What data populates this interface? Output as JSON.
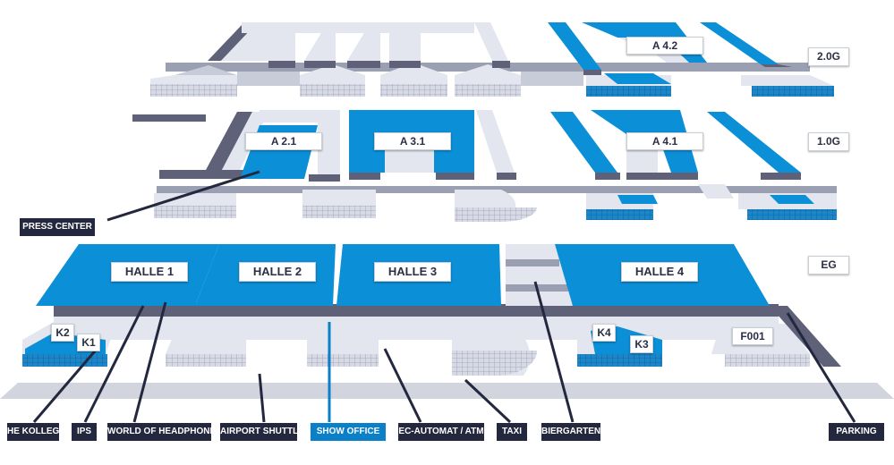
{
  "levels": {
    "upper": "2.0G",
    "middle": "1.0G",
    "ground": "EG"
  },
  "halls": {
    "a42": "A 4.2",
    "a21": "A 2.1",
    "a31": "A 3.1",
    "a41": "A 4.1",
    "halle1": "HALLE 1",
    "halle2": "HALLE 2",
    "halle3": "HALLE 3",
    "halle4": "HALLE 4"
  },
  "rooms": {
    "k1": "K1",
    "k2": "K2",
    "k3": "K3",
    "k4": "K4",
    "f001": "F001"
  },
  "callouts": {
    "press_center": "PRESS CENTER",
    "he_kolleg": "HE KOLLEG",
    "ips": "IPS",
    "world_of_headphones": "WORLD OF HEADPHONES",
    "airport_shuttle": "AIRPORT SHUTTLE",
    "show_office": "SHOW OFFICE",
    "ec_automat": "EC-AUTOMAT / ATM",
    "taxi": "TAXI",
    "biergarten": "BIERGARTEN",
    "parking": "PARKING"
  },
  "colors": {
    "highlight": "#0b8fd7",
    "building": "#e3e6ef",
    "wall": "#5e6178",
    "dark": "#23283e",
    "callout_highlight": "#0b7fc7"
  }
}
